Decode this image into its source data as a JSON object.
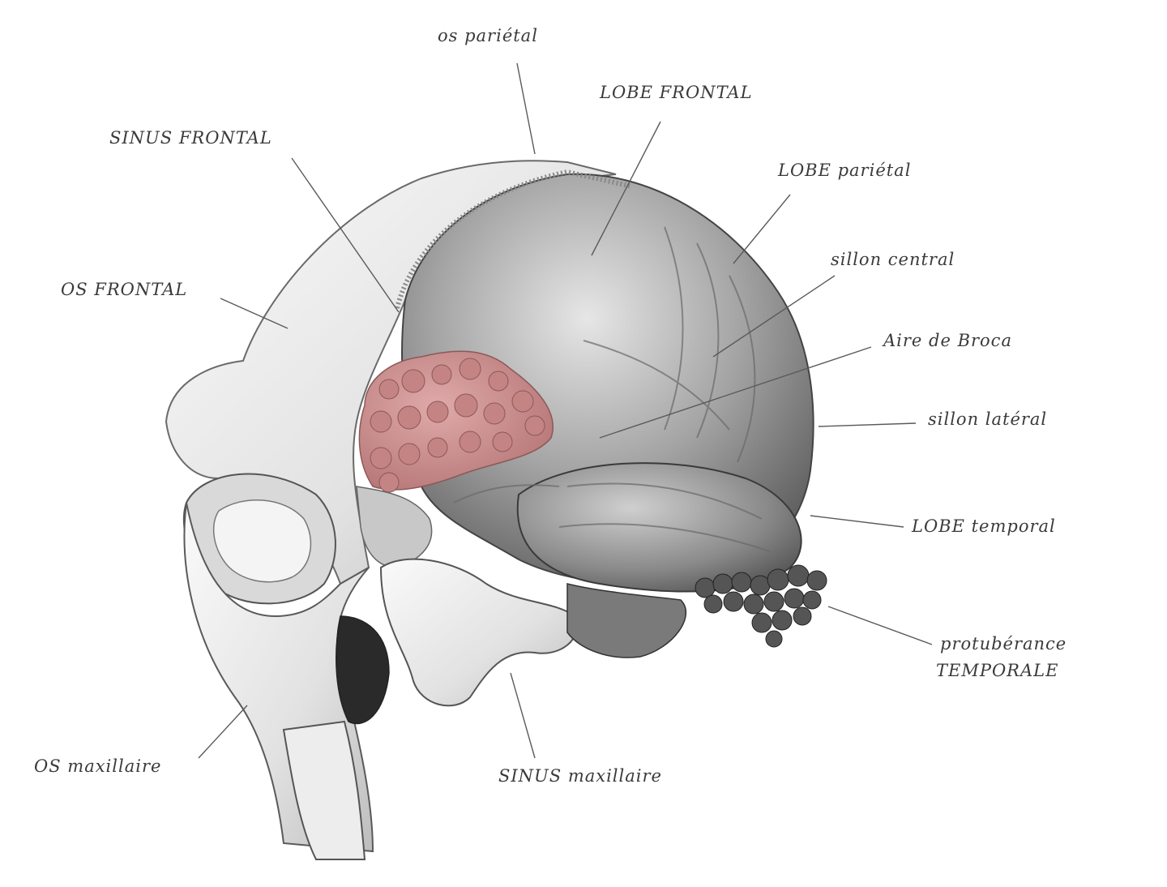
{
  "labels": {
    "os_parietal": "os pariétal",
    "lobe_frontal": "LOBE FRONTAL",
    "sinus_frontal": "SINUS FRONTAL",
    "lobe_parietal": "LOBE pariétal",
    "sillon_central": "sillon central",
    "os_frontal": "OS FRONTAL",
    "aire_de_broca": "Aire de Broca",
    "sillon_lateral": "sillon latéral",
    "lobe_temporal": "LOBE temporal",
    "protuberance_temporale_line1": "protubérance",
    "protuberance_temporale_line2": "TEMPORALE",
    "os_maxillaire": "OS maxillaire",
    "sinus_maxillaire": "SINUS maxillaire"
  },
  "colors": {
    "broca_area": "#c98a8a",
    "bone": "#ececec",
    "brain": "#8a8a8a",
    "ink": "#3a3a3a"
  }
}
